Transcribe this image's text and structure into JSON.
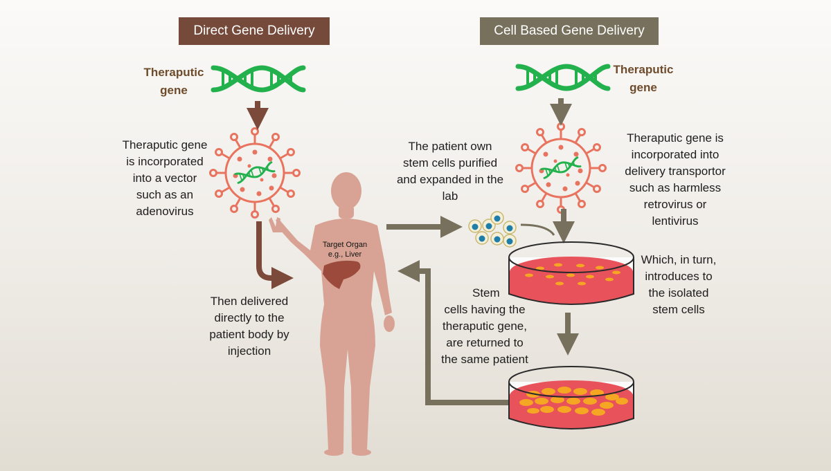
{
  "direct": {
    "title": "Direct Gene Delivery",
    "gene_label_1": "Theraputic",
    "gene_label_2": "gene",
    "vector_text": [
      "Theraputic gene",
      "is incorporated",
      "into a vector",
      "such as an",
      "adenovirus"
    ],
    "delivery_text": [
      "Then delivered",
      "directly to the",
      "patient body by",
      "injection"
    ]
  },
  "cell": {
    "title": "Cell Based Gene Delivery",
    "gene_label_1": "Theraputic",
    "gene_label_2": "gene",
    "stem_text": [
      "The patient own",
      "stem cells purified",
      "and expanded in the",
      "lab"
    ],
    "transporter_text": [
      "Theraputic gene is",
      "incorporated into",
      "delivery transportor",
      "such as harmless",
      "retrovirus or",
      "lentivirus"
    ],
    "introduce_text": [
      "Which, in turn,",
      "introduces to",
      "the isolated",
      "stem cells"
    ],
    "return_text": [
      "Stem",
      "cells having the",
      "theraputic gene,",
      "are returned to",
      "the same patient"
    ]
  },
  "organ": {
    "line1": "Target Organ",
    "line2": "e.g., Liver"
  },
  "colors": {
    "direct_badge": "#764a3b",
    "cell_badge": "#77705c",
    "dna": "#22b14c",
    "virus": "#e8735e",
    "arrow_brown": "#7b4a3a",
    "arrow_olive": "#77705c",
    "body": "#d8a394",
    "liver": "#9b4a3c",
    "dish_medium": "#e8525a",
    "cells": "#f5a623"
  },
  "icons": [
    "dna-icon",
    "virus-icon",
    "human-body-icon",
    "liver-icon",
    "stem-cell-icon",
    "petri-dish-icon"
  ]
}
